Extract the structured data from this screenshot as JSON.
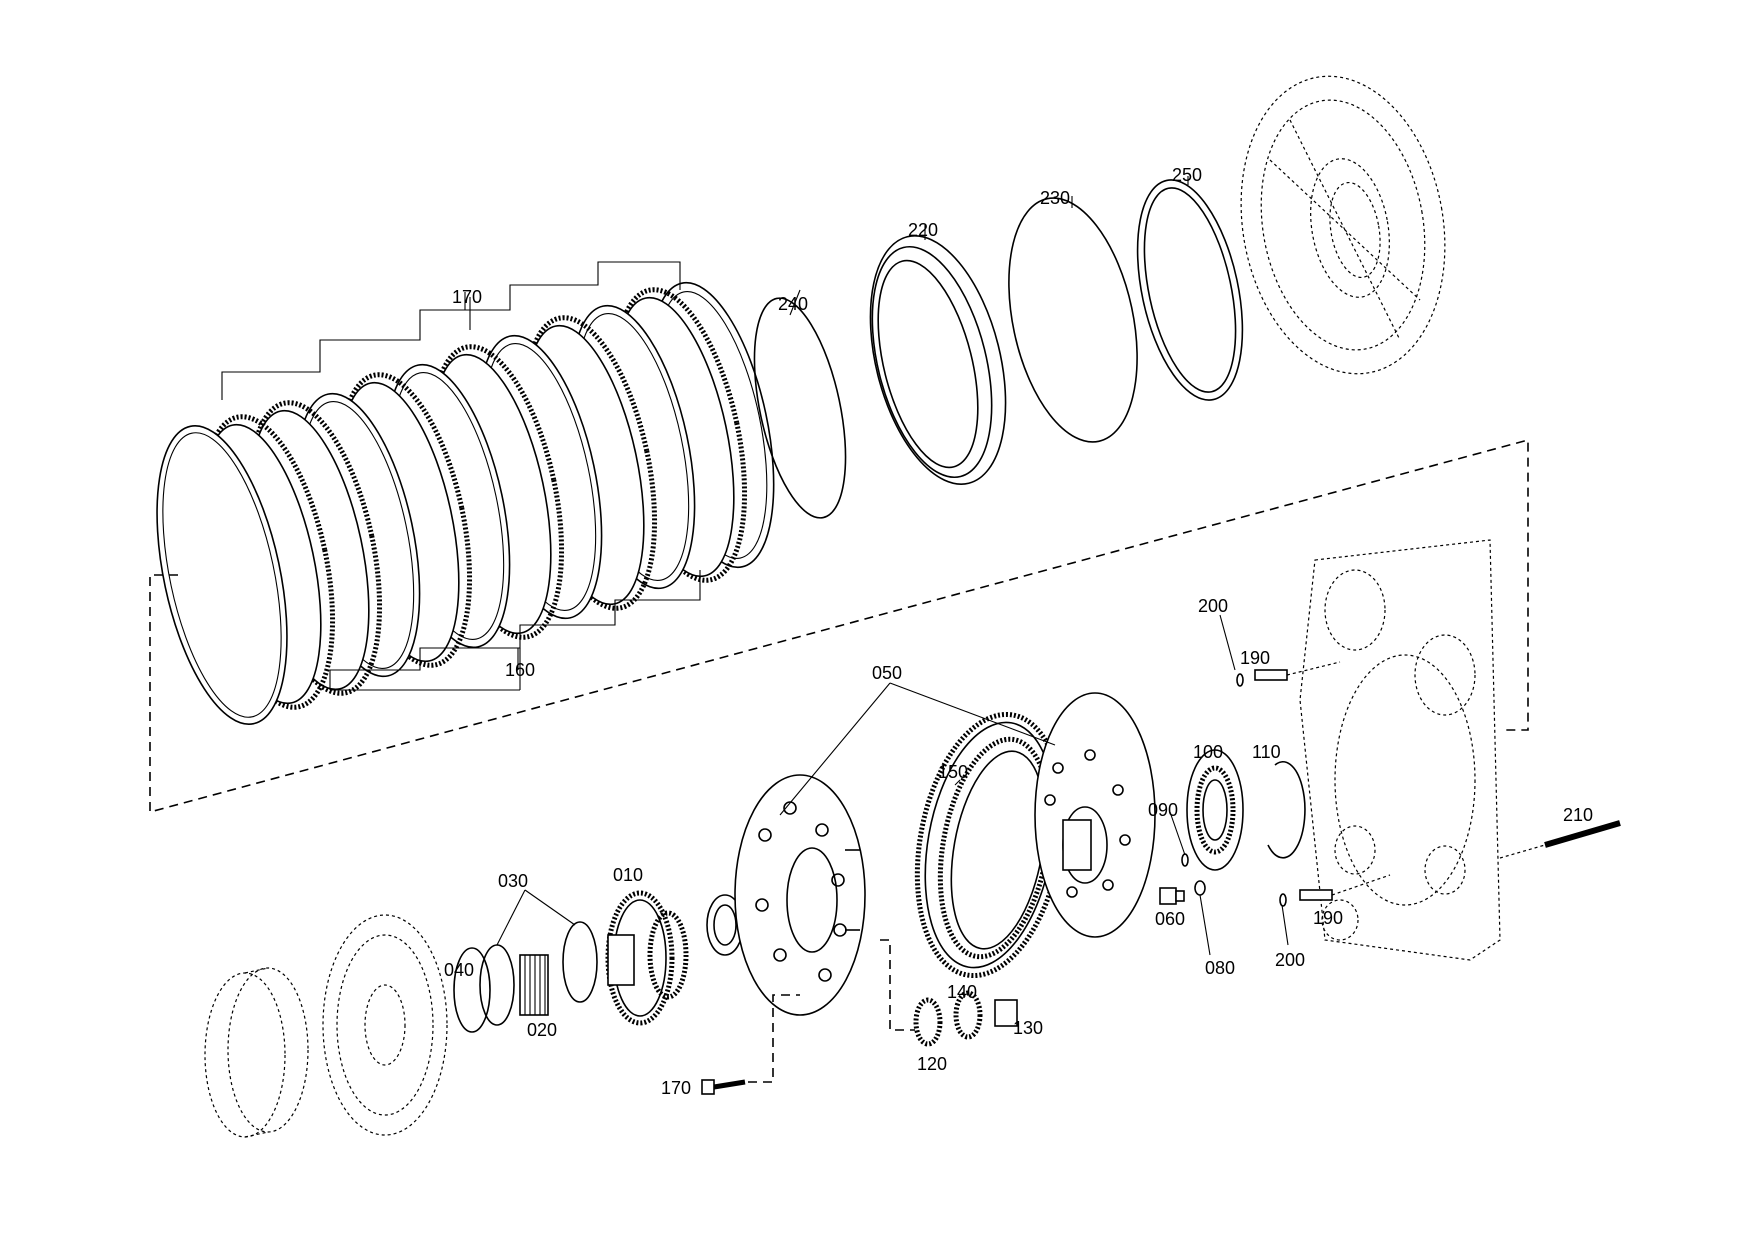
{
  "diagram": {
    "labels": {
      "p170_top": "170",
      "p160": "160",
      "p240": "240",
      "p220": "220",
      "p230": "230",
      "p250": "250",
      "p200_top": "200",
      "p190_top": "190",
      "p050": "050",
      "p150": "150",
      "p100": "100",
      "p110": "110",
      "p090": "090",
      "p060": "060",
      "p080": "080",
      "p210": "210",
      "p190_bot": "190",
      "p200_bot": "200",
      "p030": "030",
      "p010": "010",
      "p040": "040",
      "p020": "020",
      "p140": "140",
      "p130": "130",
      "p120": "120",
      "p170_bot": "170"
    }
  }
}
